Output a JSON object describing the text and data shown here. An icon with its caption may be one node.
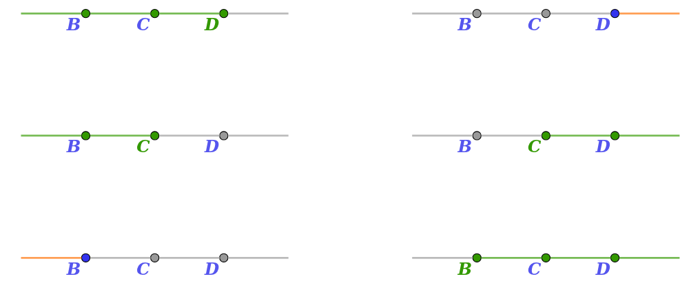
{
  "diagram": {
    "nodes": [
      {
        "text": [
          "B"
        ]
      },
      {
        "text": [
          "C"
        ]
      },
      {
        "text": [
          "D"
        ]
      },
      {
        "text": [
          "B"
        ]
      },
      {
        "text": [
          "C"
        ]
      },
      {
        "text": [
          "D"
        ]
      },
      {
        "text": [
          "B"
        ]
      },
      {
        "text": [
          "C"
        ]
      },
      {
        "text": [
          "D"
        ]
      },
      {
        "text": [
          "B"
        ]
      },
      {
        "text": [
          "C"
        ]
      },
      {
        "text": [
          "D"
        ]
      },
      {
        "text": [
          "B"
        ]
      },
      {
        "text": [
          "C"
        ]
      },
      {
        "text": [
          "D"
        ]
      },
      {
        "text": [
          "B"
        ]
      },
      {
        "text": [
          "C"
        ]
      },
      {
        "text": [
          "D"
        ]
      }
    ],
    "edges": [
      {
        "from": null,
        "to": 0,
        "arrow": "none",
        "color": "#ff9f55"
      },
      {
        "from": 0,
        "to": 1,
        "arrow": "none"
      },
      {
        "from": 1,
        "to": 2,
        "arrow": "none"
      },
      {
        "from": 2,
        "to": null,
        "arrow": "none"
      },
      {
        "from": null,
        "to": 3,
        "arrow": "none"
      },
      {
        "from": 3,
        "to": 4,
        "arrow": "none",
        "color": "#77bb55"
      },
      {
        "from": 4,
        "to": 5,
        "arrow": "none",
        "color": "#77bb55"
      },
      {
        "from": 5,
        "to": null,
        "arrow": "none",
        "color": "#77bb55"
      },
      {
        "from": null,
        "to": 6,
        "arrow": "none",
        "color": "#77bb55"
      },
      {
        "from": 6,
        "to": 7,
        "arrow": "none",
        "color": "#77bb55"
      },
      {
        "from": 7,
        "to": 8,
        "arrow": "none"
      },
      {
        "from": 8,
        "to": null,
        "arrow": "none"
      },
      {
        "from": null,
        "to": 9,
        "arrow": "none"
      },
      {
        "from": 9,
        "to": 10,
        "arrow": "none"
      },
      {
        "from": 10,
        "to": 11,
        "arrow": "none",
        "color": "#77bb55"
      },
      {
        "from": 11,
        "to": null,
        "arrow": "none",
        "color": "#77bb55"
      },
      {
        "from": null,
        "to": 12,
        "arrow": "none",
        "color": "#77bb55"
      },
      {
        "from": 12,
        "to": 13,
        "arrow": "none",
        "color": "#77bb55"
      },
      {
        "from": 13,
        "to": 14,
        "arrow": "none",
        "color": "#77bb55"
      },
      {
        "from": 14,
        "to": null,
        "arrow": "none"
      },
      {
        "from": null,
        "to": 15,
        "arrow": "none"
      },
      {
        "from": 15,
        "to": 16,
        "arrow": "none"
      },
      {
        "from": 16,
        "to": 17,
        "arrow": "none"
      },
      {
        "from": 17,
        "to": null,
        "arrow": "none",
        "color": "#ff9f55"
      }
    ]
  }
}
